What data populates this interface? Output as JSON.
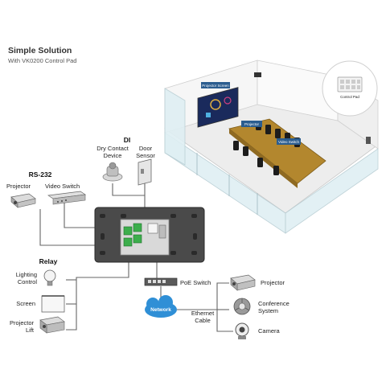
{
  "header": {
    "title": "Simple Solution",
    "subtitle": "With VK0200 Control Pad"
  },
  "room": {
    "projector_screen_label": "Projector Screen",
    "projector_label": "Projector",
    "video_switch_label": "Video Switch",
    "control_pad_label": "Control Pad"
  },
  "di": {
    "heading": "DI",
    "dry_contact_line1": "Dry Contact",
    "dry_contact_line2": "Device",
    "door_sensor_line1": "Door",
    "door_sensor_line2": "Sensor"
  },
  "rs232": {
    "heading": "RS-232",
    "projector_label": "Projector",
    "video_switch_label": "Video Switch"
  },
  "relay": {
    "heading": "Relay",
    "lighting_line1": "Lighting",
    "lighting_line2": "Control",
    "screen_label": "Screen",
    "lift_line1": "Projector",
    "lift_line2": "Lift"
  },
  "network": {
    "poe_switch_label": "PoE Switch",
    "network_label": "Network",
    "ethernet_line1": "Ethernet",
    "ethernet_line2": "Cable",
    "projector_label": "Projector",
    "conference_line1": "Conference",
    "conference_line2": "System",
    "camera_label": "Camera"
  },
  "colors": {
    "table": "#b3872e",
    "panel": "#4a4a4a",
    "terminal": "#3cae4c",
    "network": "#2f8fd6",
    "glass": "#dfeff3"
  }
}
